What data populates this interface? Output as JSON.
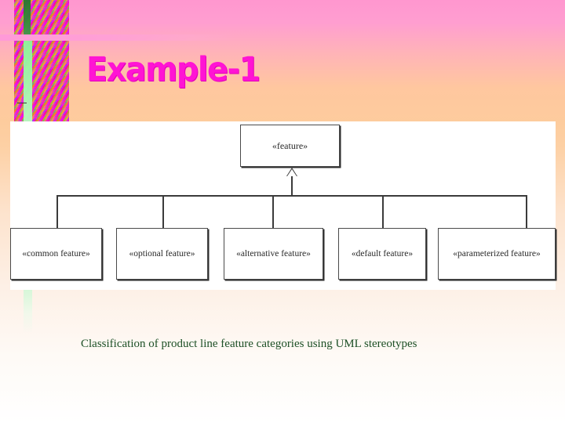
{
  "slide": {
    "title": "Example-1",
    "title_color": "#ff14d4",
    "caption": "Classification of product line feature categories using UML stereotypes",
    "caption_color": "#1d5026",
    "background_top_color": "#ff97cf",
    "background_mid_color": "#fdcc9d",
    "background_bottom_color": "#ffffff",
    "accent_bar_color": "#ff9ad8"
  },
  "diagram": {
    "type": "uml-class-generalization",
    "canvas_background": "#ffffff",
    "parent": {
      "label": "«feature»",
      "stereotype": "feature"
    },
    "relationship": "generalization",
    "children": [
      {
        "label": "«common feature»",
        "stereotype": "common feature"
      },
      {
        "label": "«optional feature»",
        "stereotype": "optional feature"
      },
      {
        "label": "«alternative feature»",
        "stereotype": "alternative feature"
      },
      {
        "label": "«default feature»",
        "stereotype": "default feature"
      },
      {
        "label": "«parameterized feature»",
        "stereotype": "parameterized feature"
      }
    ]
  }
}
